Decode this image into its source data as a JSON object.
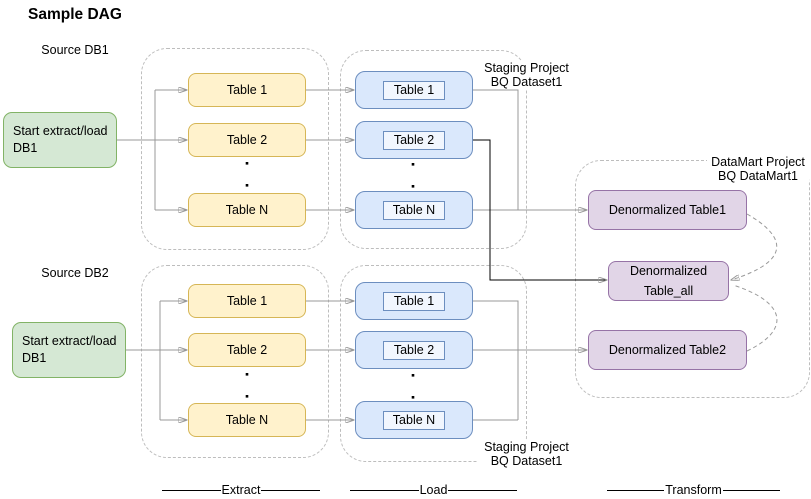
{
  "title": "Sample DAG",
  "pipelines": [
    {
      "source_label": "Source DB1",
      "start_node_label": "Start extract/load\nDB1",
      "extract_tables": [
        "Table 1",
        "Table 2",
        "Table N"
      ],
      "load_tables": [
        "Table 1",
        "Table 2",
        "Table N"
      ],
      "staging_label": "Staging Project\nBQ Dataset1"
    },
    {
      "source_label": "Source DB2",
      "start_node_label": "Start extract/load\nDB1",
      "extract_tables": [
        "Table 1",
        "Table 2",
        "Table N"
      ],
      "load_tables": [
        "Table 1",
        "Table 2",
        "Table N"
      ],
      "staging_label": "Staging Project\nBQ Dataset1"
    }
  ],
  "datamart": {
    "label": "DataMart Project\nBQ DataMart1",
    "denormalized_table1": "Denormalized Table1",
    "denormalized_table_all": "Denormalized\nTable_all",
    "denormalized_table2": "Denormalized Table2"
  },
  "stages": {
    "extract": "Extract",
    "load": "Load",
    "transform": "Transform"
  },
  "colors": {
    "start_node_fill": "#d5e8d4",
    "start_node_stroke": "#82b366",
    "extract_fill": "#fff2cc",
    "extract_stroke": "#d6b656",
    "load_fill": "#dae8fc",
    "load_stroke": "#6c8ebf",
    "datamart_fill": "#e1d5e7",
    "datamart_stroke": "#9673a6",
    "connector_gray": "#999999",
    "connector_black": "#000000",
    "container_dash": "#bdbdbd"
  }
}
